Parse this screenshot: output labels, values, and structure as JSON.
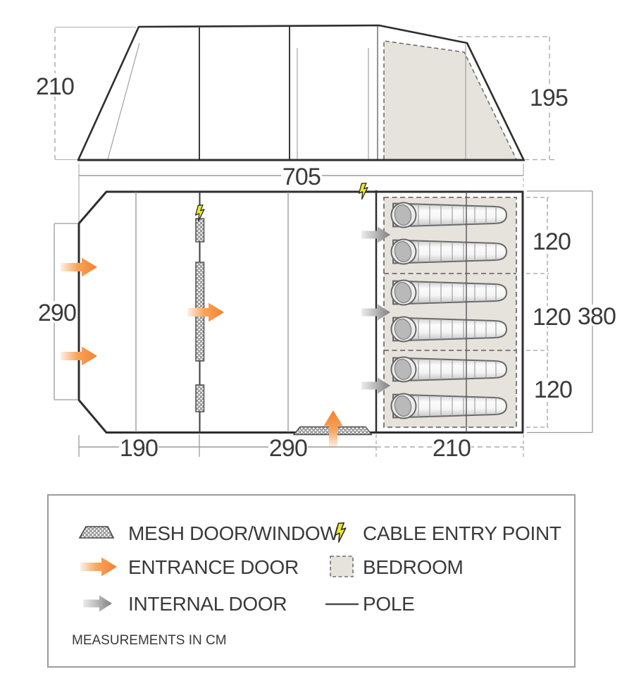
{
  "side_view": {
    "height_left": "210",
    "height_right": "195"
  },
  "floor_plan": {
    "overall_width": "705",
    "left_depth": "290",
    "overall_depth": "380",
    "bedroom_sections": [
      "120",
      "120",
      "120"
    ],
    "bottom_widths": [
      "190",
      "290",
      "210"
    ],
    "sleeping_bag_count": 6
  },
  "legend": {
    "items": [
      {
        "icon": "mesh-swatch-icon",
        "label": "MESH DOOR/WINDOW"
      },
      {
        "icon": "cable-entry-bolt-icon",
        "label": "CABLE ENTRY POINT"
      },
      {
        "icon": "entrance-arrow-icon",
        "label": "ENTRANCE DOOR"
      },
      {
        "icon": "bedroom-swatch-icon",
        "label": "BEDROOM"
      },
      {
        "icon": "internal-arrow-icon",
        "label": "INTERNAL DOOR"
      },
      {
        "icon": "pole-line-icon",
        "label": "POLE"
      }
    ],
    "note": "MEASUREMENTS IN CM"
  },
  "colors": {
    "entrance_arrow": "#f57f2d",
    "internal_arrow": "#7f7f7f",
    "cable_bolt": "#ece929",
    "bedroom_fill": "#e6e3dc",
    "outline": "#2e2e2e",
    "dimension_line": "#9a9a9a",
    "text": "#3a3a3a"
  }
}
